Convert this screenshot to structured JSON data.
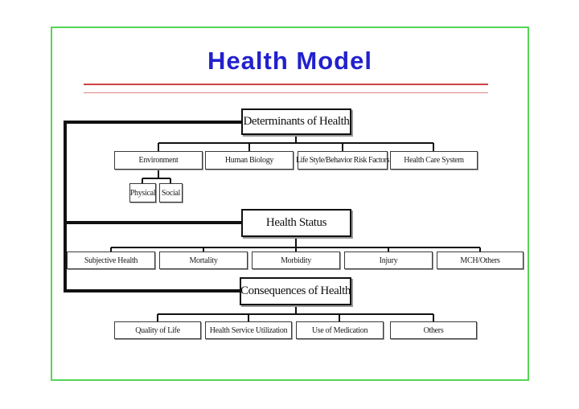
{
  "slide": {
    "title": "Health Model"
  },
  "colors": {
    "title_blue": "#2121cd",
    "slide_border_green": "#55d555",
    "divider_red": "#cc4040",
    "connector_black": "#111111"
  },
  "diagram": {
    "determinants": {
      "label": "Determinants of Health",
      "children": [
        "Environment",
        "Human Biology",
        "Life Style/Behavior Risk Factors",
        "Health Care System"
      ]
    },
    "environment_sub": [
      "Physical",
      "Social"
    ],
    "health_status": {
      "label": "Health Status",
      "children": [
        "Subjective Health",
        "Mortality",
        "Morbidity",
        "Injury",
        "MCH/Others"
      ]
    },
    "consequences": {
      "label": "Consequences of Health",
      "children": [
        "Quality of Life",
        "Health Service Utilization",
        "Use of Medication",
        "Others"
      ]
    }
  }
}
